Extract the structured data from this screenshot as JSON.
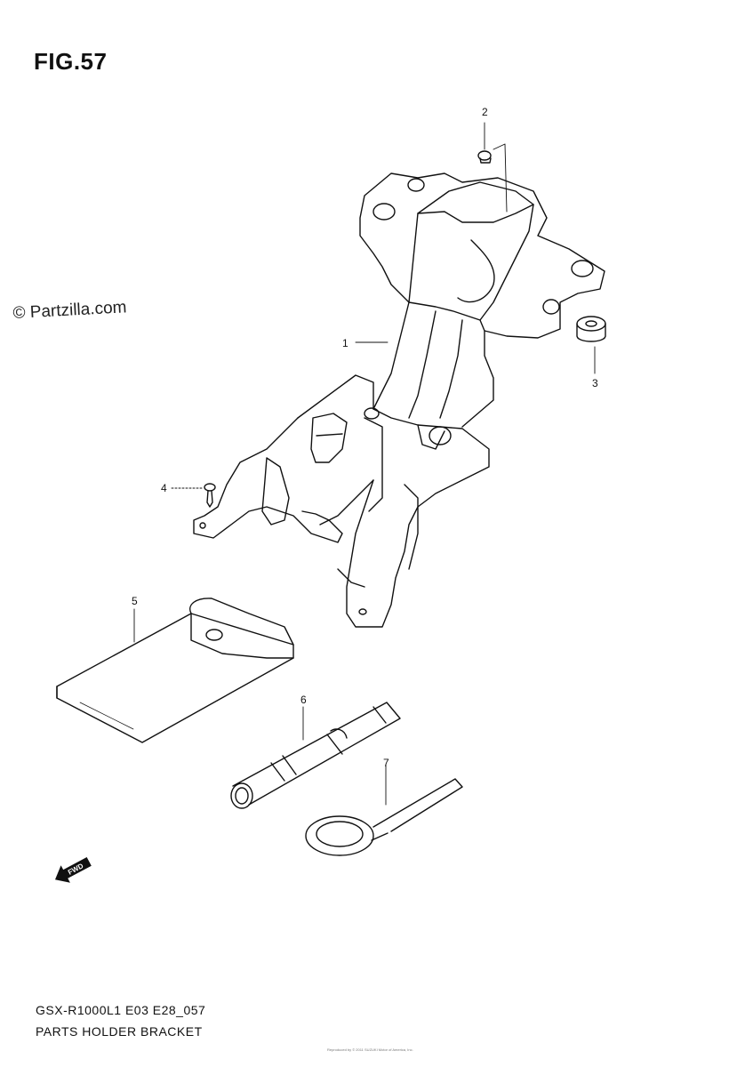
{
  "figure": {
    "title": "FIG.57",
    "watermark": "© Partzilla.com",
    "footer_code": "GSX-R1000L1 E03 E28_057",
    "footer_name": "PARTS HOLDER BRACKET",
    "copyright": "Reproduced by © 2011 SUZUKI Motor of America, Inc."
  },
  "callouts": [
    {
      "id": "1",
      "label": "1"
    },
    {
      "id": "2",
      "label": "2"
    },
    {
      "id": "3",
      "label": "3"
    },
    {
      "id": "4",
      "label": "4"
    },
    {
      "id": "5",
      "label": "5"
    },
    {
      "id": "6",
      "label": "6"
    },
    {
      "id": "7",
      "label": "7"
    }
  ],
  "fwd_arrow": {
    "label": "FWD",
    "icon": "forward-arrow-icon"
  }
}
